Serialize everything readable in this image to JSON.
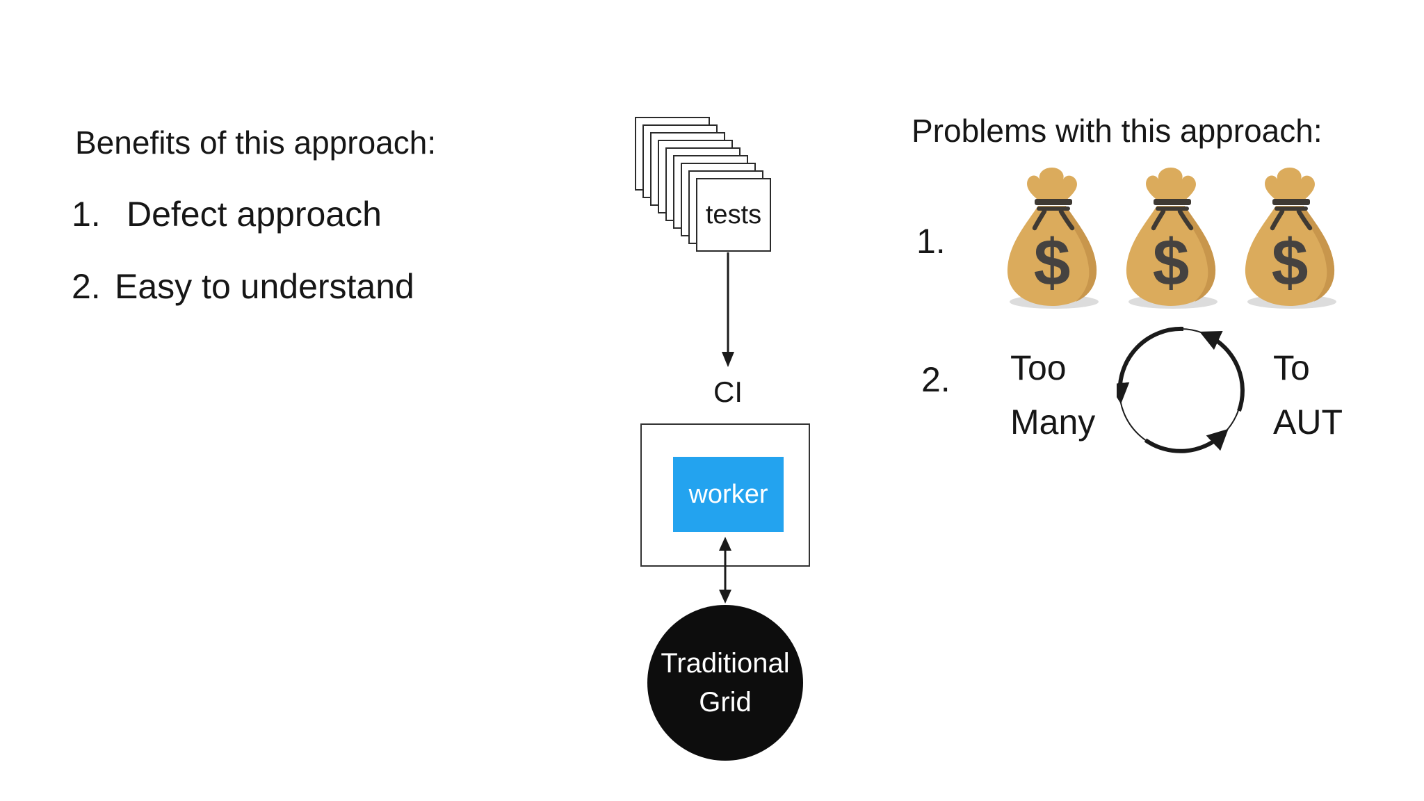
{
  "benefits": {
    "title": "Benefits of this approach:",
    "items": [
      {
        "marker": "1.",
        "text": "Defect approach"
      },
      {
        "marker": "2.",
        "text": "Easy to understand"
      }
    ]
  },
  "pipeline": {
    "tests_label": "tests",
    "tests_sheet_count": 9,
    "ci_label": "CI",
    "worker_label": "worker",
    "grid_line1": "Traditional",
    "grid_line2": "Grid"
  },
  "problems": {
    "title": "Problems with this approach:",
    "item1": {
      "marker": "1.",
      "icon": "money-bag-icon",
      "money_symbol": "$",
      "bag_count": 3
    },
    "item2": {
      "marker": "2.",
      "left_line1": "Too",
      "left_line2": "Many",
      "icon": "cycle-arrows-icon",
      "right_line1": "To",
      "right_line2": "AUT"
    }
  },
  "colors": {
    "worker_blue": "#23A3EF",
    "grid_circle_black": "#0d0d0d",
    "bag_body": "#DBAB5C",
    "bag_shade": "#C8964C",
    "bag_rope": "#3E3933",
    "bag_symbol": "#454240",
    "bag_shadow": "#DCDCDC",
    "line_black": "#1a1a1a",
    "text_black": "#161616"
  }
}
